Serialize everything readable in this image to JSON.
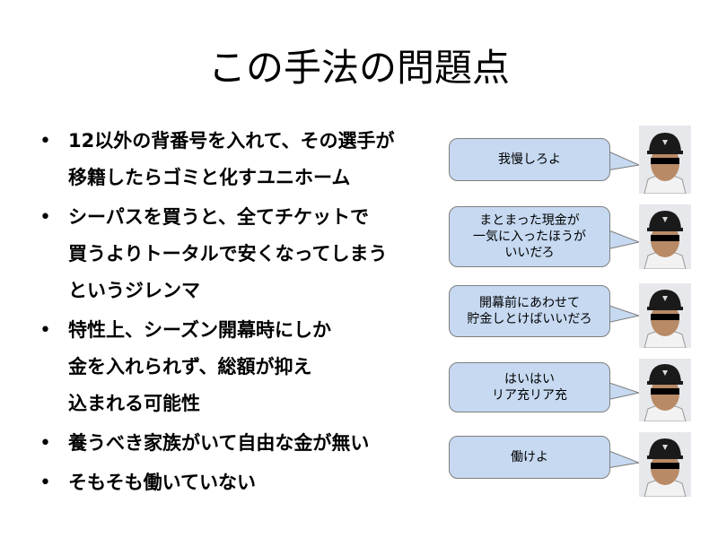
{
  "slide": {
    "title": "この手法の問題点"
  },
  "bullets": [
    {
      "lines": [
        "12以外の背番号を入れて、その選手が",
        "移籍したらゴミと化すユニホーム"
      ]
    },
    {
      "lines": [
        "シーパスを買うと、全てチケットで",
        "買うよりトータルで安くなってしまう",
        "というジレンマ"
      ]
    },
    {
      "lines": [
        "特性上、シーズン開幕時にしか",
        "金を入れられず、総額が抑え",
        "込まれる可能性"
      ]
    },
    {
      "lines": [
        "養うべき家族がいて自由な金が無い"
      ]
    },
    {
      "lines": [
        "そもそも働いていない"
      ]
    }
  ],
  "replies": [
    {
      "lines": [
        "我慢しろよ"
      ]
    },
    {
      "lines": [
        "まとまった現金が",
        "一気に入ったほうが",
        "いいだろ"
      ]
    },
    {
      "lines": [
        "開幕前にあわせて",
        "貯金しとけばいいだろ"
      ]
    },
    {
      "lines": [
        "はいはい",
        "リア充リア充"
      ]
    },
    {
      "lines": [
        "働けよ"
      ]
    }
  ],
  "colors": {
    "bubble_fill": "#c6d9f1",
    "bubble_border": "#7f7f7f",
    "text": "#000000"
  },
  "icons": {
    "bullet": "bullet-dot",
    "avatar": "baseball-player-avatar"
  }
}
